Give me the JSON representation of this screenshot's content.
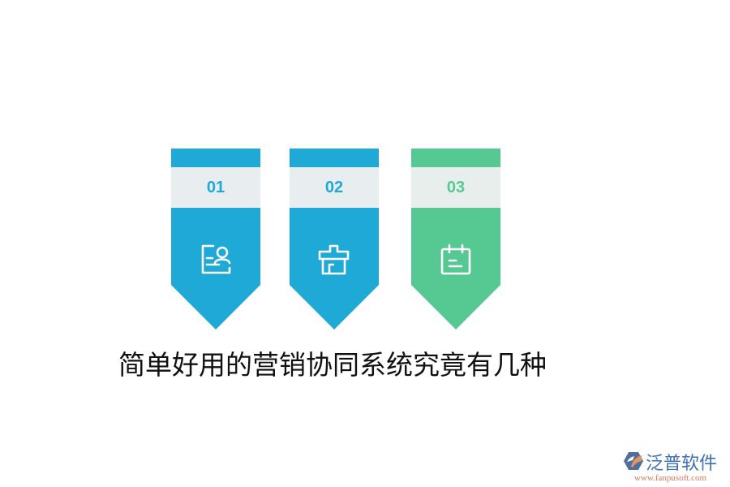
{
  "banners": [
    {
      "number": "01",
      "icon": "user-card-icon",
      "color": "#1fa9d6",
      "band_color": "#e8eef0",
      "number_color": "#1fa9d6"
    },
    {
      "number": "02",
      "icon": "store-icon",
      "color": "#1fa9d6",
      "band_color": "#e8eef0",
      "number_color": "#1fa9d6"
    },
    {
      "number": "03",
      "icon": "calendar-icon",
      "color": "#56c993",
      "band_color": "#e8eeec",
      "number_color": "#56c993"
    }
  ],
  "title": "简单好用的营销协同系统究竟有几种",
  "logo": {
    "name": "泛普软件",
    "url": "www.fanpusoft.com",
    "name_color": "#3d6fb4",
    "url_color": "#e0785a"
  }
}
